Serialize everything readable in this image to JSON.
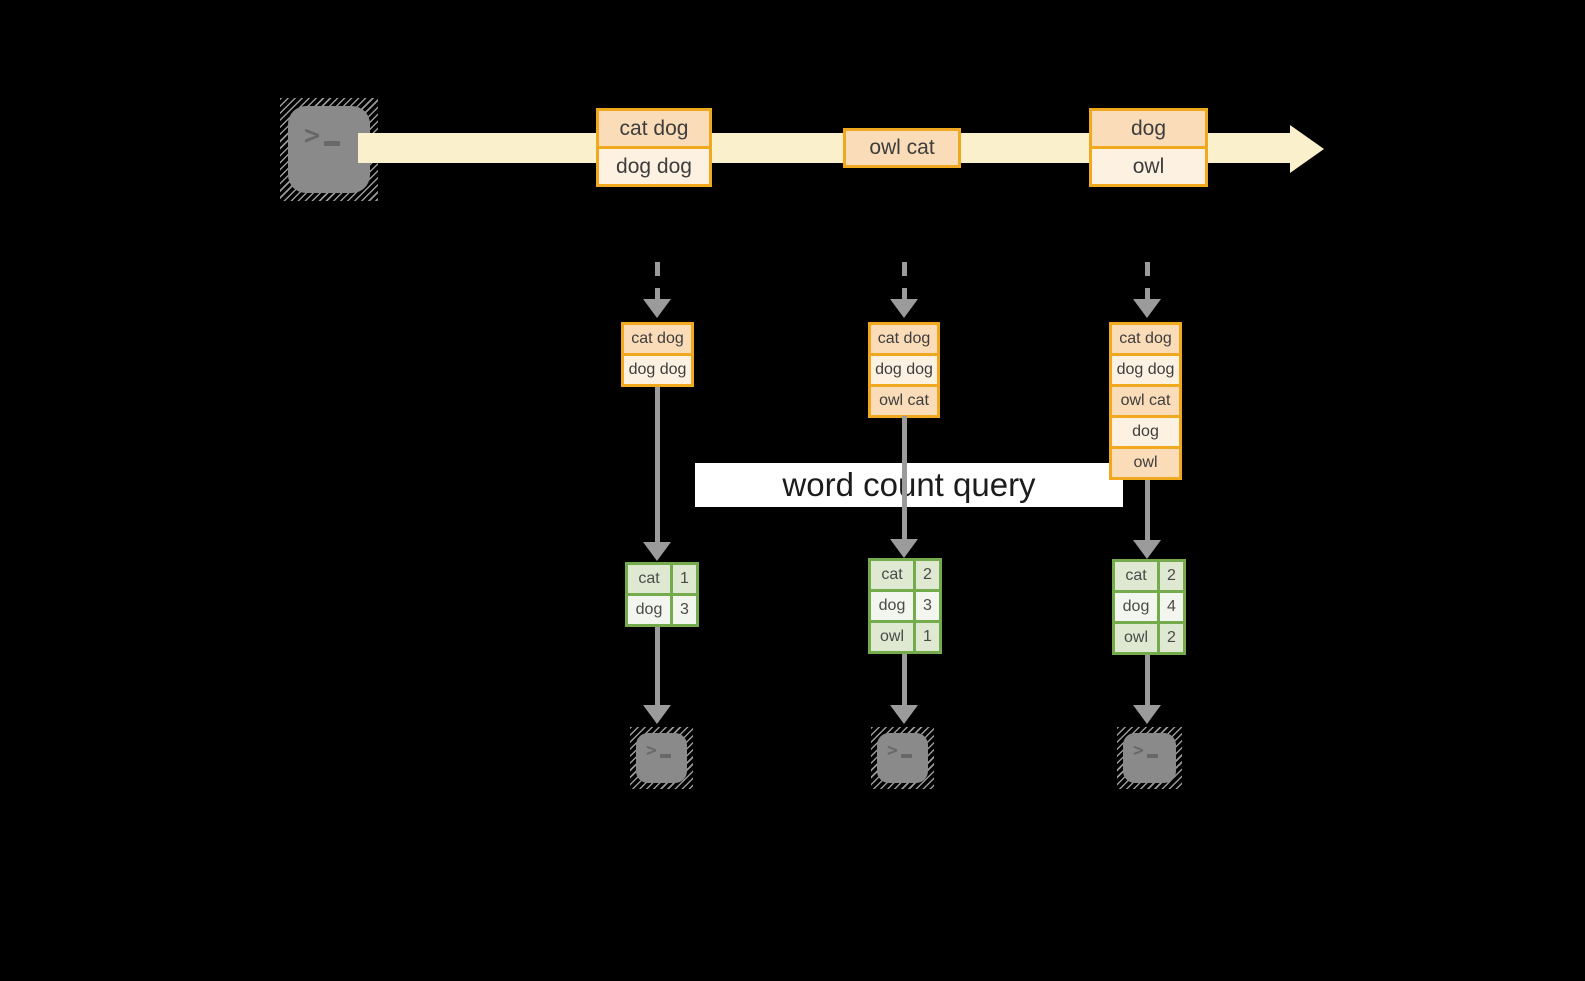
{
  "query_label": "word count query",
  "icons": {
    "prompt": ">"
  },
  "stream": {
    "source_icon": "terminal-icon",
    "events": [
      {
        "rows": [
          "cat dog",
          "dog dog"
        ]
      },
      {
        "rows": [
          "owl cat"
        ]
      },
      {
        "rows": [
          "dog",
          "owl"
        ]
      }
    ]
  },
  "columns": [
    {
      "buffer": [
        "cat dog",
        "dog dog"
      ],
      "counts": [
        [
          "cat",
          "1"
        ],
        [
          "dog",
          "3"
        ]
      ],
      "sink_icon": "terminal-icon"
    },
    {
      "buffer": [
        "cat dog",
        "dog dog",
        "owl cat"
      ],
      "counts": [
        [
          "cat",
          "2"
        ],
        [
          "dog",
          "3"
        ],
        [
          "owl",
          "1"
        ]
      ],
      "sink_icon": "terminal-icon"
    },
    {
      "buffer": [
        "cat dog",
        "dog dog",
        "owl cat",
        "dog",
        "owl"
      ],
      "counts": [
        [
          "cat",
          "2"
        ],
        [
          "dog",
          "4"
        ],
        [
          "owl",
          "2"
        ]
      ],
      "sink_icon": "terminal-icon"
    }
  ],
  "colors": {
    "background": "#000000",
    "stream_arrow": "#FAF0CB",
    "event_border": "#F0A81E",
    "event_fill_dark": "#FADCB8",
    "event_fill_light": "#FDF2E1",
    "table_border": "#74AB4C",
    "table_fill_dark": "#DFE9D2",
    "table_fill_light": "#F3F6EE",
    "connector_gray": "#9B9B9B",
    "terminal_gray": "#8A8A8A",
    "label_background": "#FFFFFF"
  }
}
